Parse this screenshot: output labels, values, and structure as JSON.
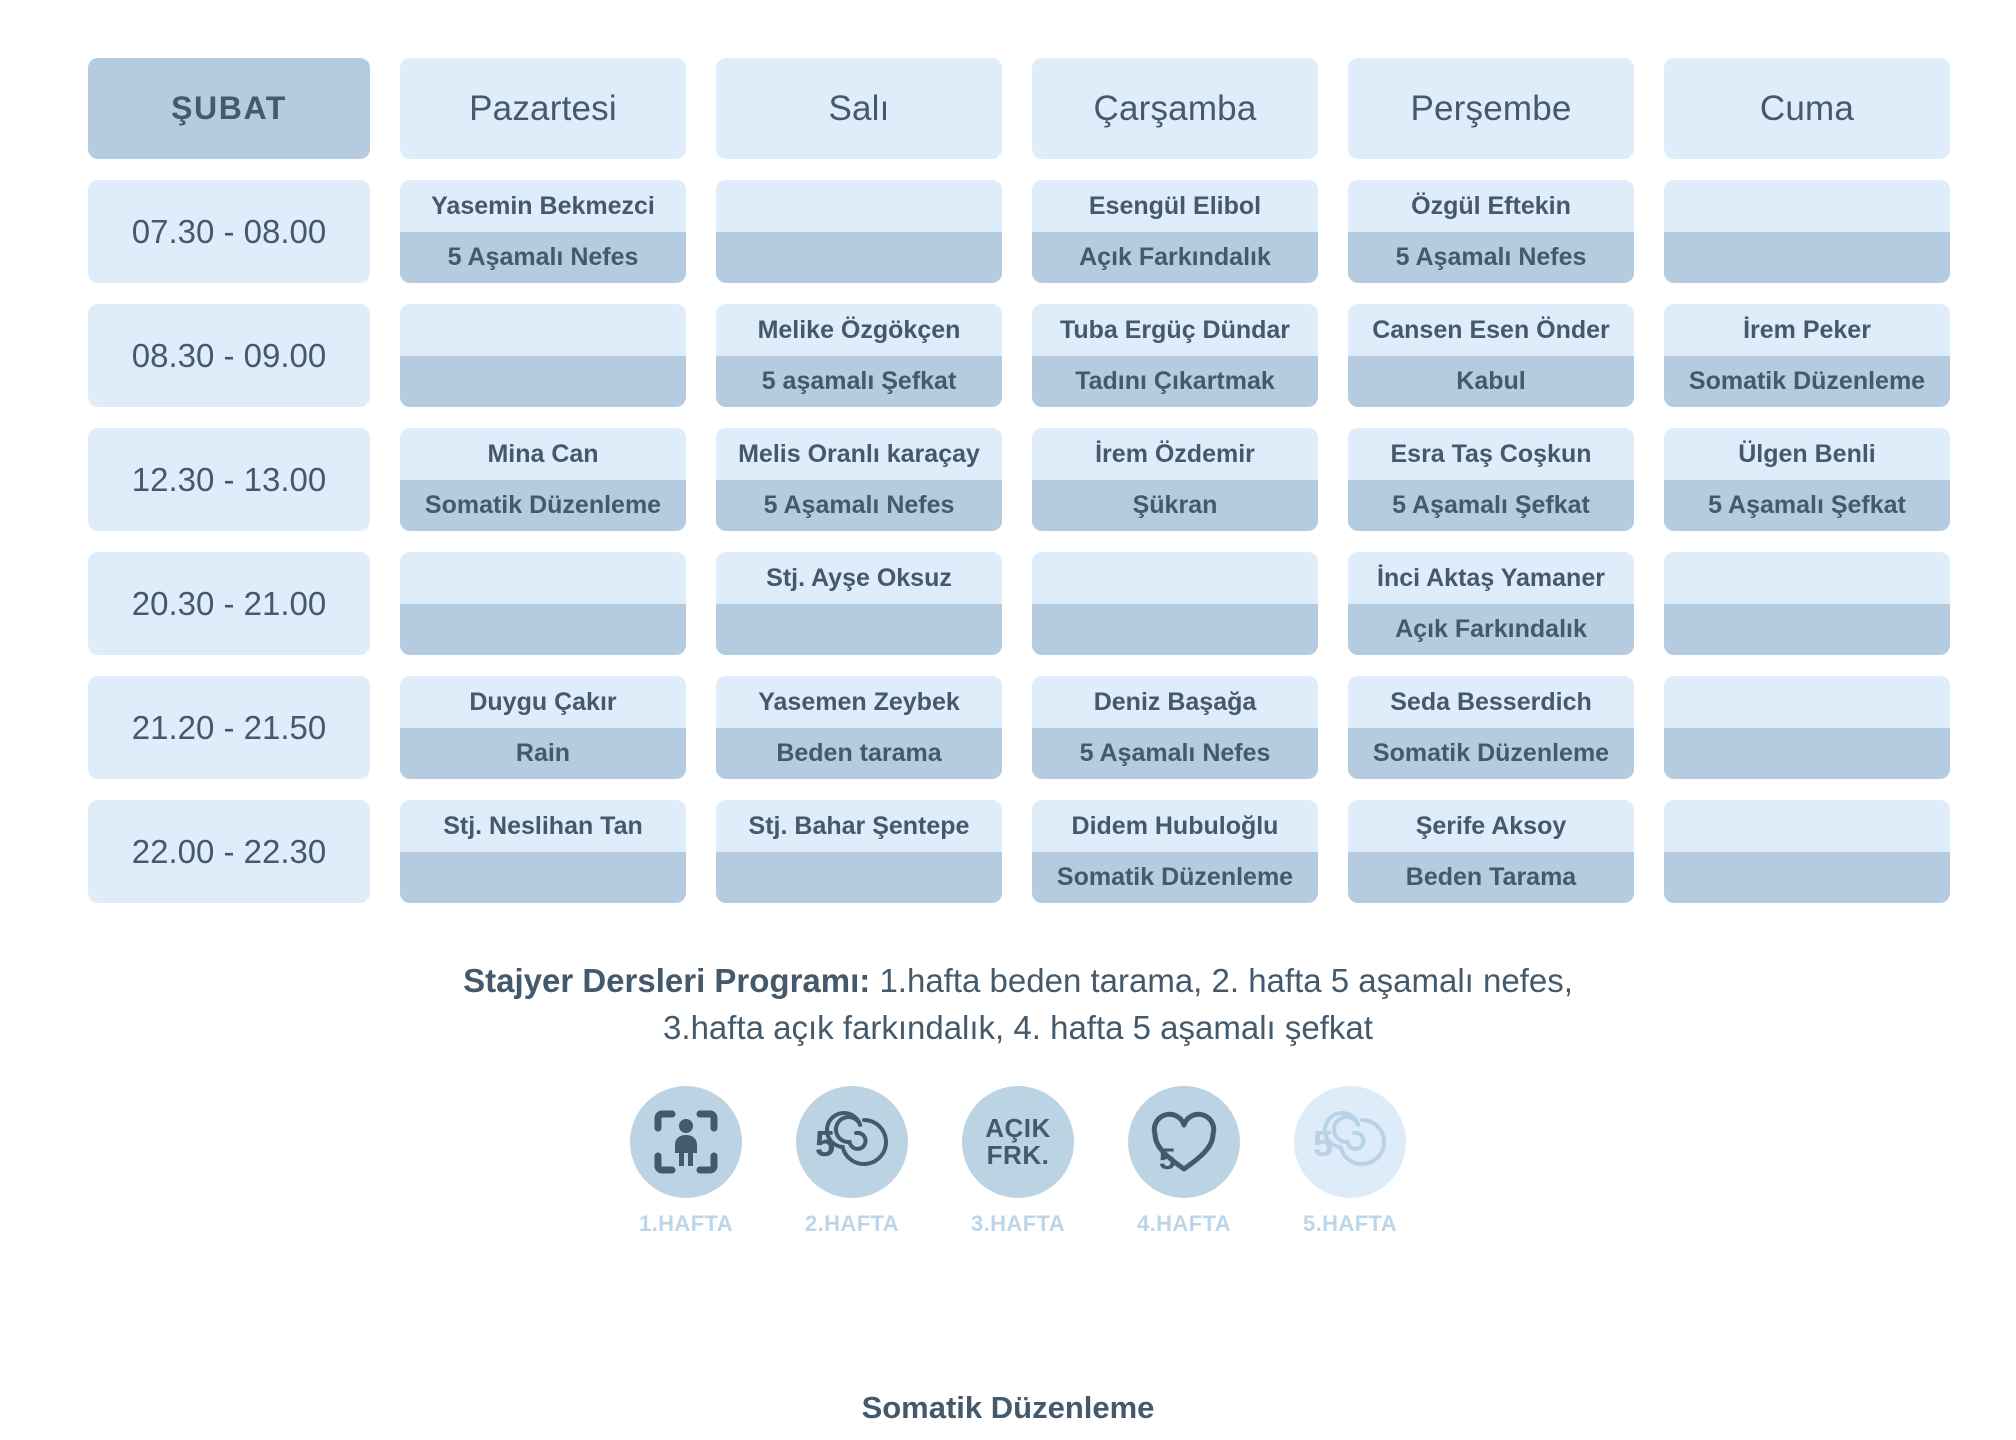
{
  "table": {
    "month_label": "ŞUBAT",
    "days": [
      "Pazartesi",
      "Salı",
      "Çarşamba",
      "Perşembe",
      "Cuma"
    ],
    "rows": [
      {
        "time": "07.30 - 08.00",
        "cells": [
          {
            "who": "Yasemin Bekmezci",
            "what": "5 Aşamalı Nefes"
          },
          {
            "who": "",
            "what": ""
          },
          {
            "who": "Esengül Elibol",
            "what": "Açık Farkındalık"
          },
          {
            "who": "Özgül Eftekin",
            "what": "5 Aşamalı Nefes"
          },
          {
            "who": "",
            "what": ""
          }
        ]
      },
      {
        "time": "08.30 - 09.00",
        "cells": [
          {
            "who": "",
            "what": ""
          },
          {
            "who": "Melike Özgökçen",
            "what": "5 aşamalı Şefkat"
          },
          {
            "who": "Tuba Ergüç Dündar",
            "what": "Tadını Çıkartmak"
          },
          {
            "who": "Cansen Esen Önder",
            "what": "Kabul"
          },
          {
            "who": "İrem Peker",
            "what": "Somatik Düzenleme"
          }
        ]
      },
      {
        "time": "12.30 - 13.00",
        "cells": [
          {
            "who": "Mina Can",
            "what": "Somatik Düzenleme"
          },
          {
            "who": "Melis Oranlı karaçay",
            "what": "5 Aşamalı Nefes"
          },
          {
            "who": "İrem Özdemir",
            "what": "Şükran"
          },
          {
            "who": "Esra Taş Coşkun",
            "what": "5 Aşamalı Şefkat"
          },
          {
            "who": "Ülgen Benli",
            "what": "5 Aşamalı Şefkat"
          }
        ]
      },
      {
        "time": "20.30 - 21.00",
        "cells": [
          {
            "who": "",
            "what": ""
          },
          {
            "who": "Stj. Ayşe Oksuz",
            "what": ""
          },
          {
            "who": "",
            "what": ""
          },
          {
            "who": "İnci Aktaş Yamaner",
            "what": "Açık Farkındalık"
          },
          {
            "who": "",
            "what": ""
          }
        ]
      },
      {
        "time": "21.20 - 21.50",
        "cells": [
          {
            "who": "Duygu Çakır",
            "what": "Rain"
          },
          {
            "who": "Yasemen Zeybek",
            "what": "Beden tarama"
          },
          {
            "who": "Deniz Başağa",
            "what": "5 Aşamalı Nefes"
          },
          {
            "who": "Seda Besserdich",
            "what": "Somatik Düzenleme"
          },
          {
            "who": "",
            "what": ""
          }
        ]
      },
      {
        "time": "22.00 - 22.30",
        "cells": [
          {
            "who": "Stj. Neslihan Tan",
            "what": ""
          },
          {
            "who": "Stj. Bahar Şentepe",
            "what": ""
          },
          {
            "who": "Didem Hubuloğlu",
            "what": "Somatik Düzenleme"
          },
          {
            "who": "Şerife Aksoy",
            "what": "Beden Tarama"
          },
          {
            "who": "",
            "what": ""
          }
        ]
      }
    ]
  },
  "footnote": {
    "bold_prefix": "Stajyer Dersleri Programı:",
    "line1_rest": " 1.hafta beden tarama, 2. hafta 5 aşamalı nefes,",
    "line2": "3.hafta açık farkındalık, 4. hafta 5 aşamalı şefkat"
  },
  "legend": {
    "caption": "Somatik Düzenleme",
    "items": [
      {
        "label": "1.HAFTA",
        "icon": "body-scan-icon",
        "text": "",
        "faded": false
      },
      {
        "label": "2.HAFTA",
        "icon": "spiral-5-icon",
        "text": "5",
        "faded": false
      },
      {
        "label": "3.HAFTA",
        "icon": "acik-frk-text-icon",
        "text": "AÇIK\nFRK.",
        "faded": false
      },
      {
        "label": "4.HAFTA",
        "icon": "heart-5-icon",
        "text": "5",
        "faded": false
      },
      {
        "label": "5.HAFTA",
        "icon": "spiral-5-icon",
        "text": "5",
        "faded": true
      }
    ]
  },
  "colors": {
    "cell_light": "#dfedfa",
    "cell_dark": "#b5cce0",
    "text": "#44596b",
    "legend_label": "#bcd5e8",
    "badge": "#bcd3e4",
    "badge_faded": "#ddecf8",
    "page_bg": "#ffffff"
  }
}
